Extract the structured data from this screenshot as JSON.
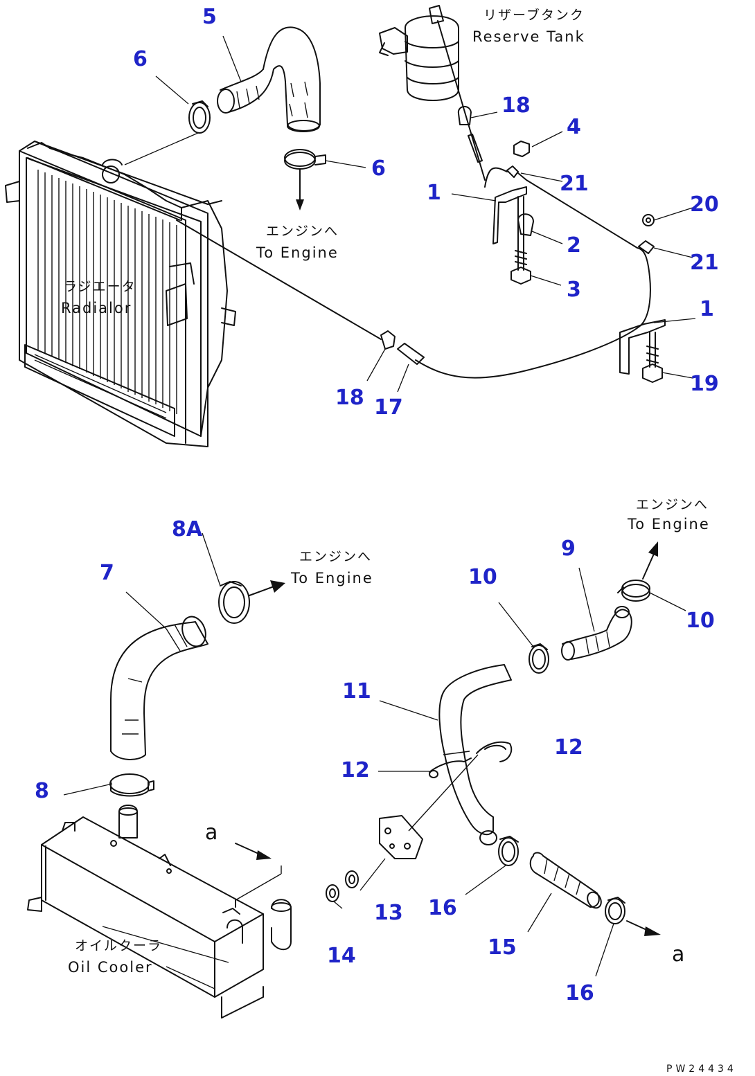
{
  "colors": {
    "callout": "#1f24c8",
    "ink": "#111111",
    "background": "#ffffff"
  },
  "drawing_number": "PW24434",
  "notes": {
    "reserve_tank_jp": "リザーブタンク",
    "reserve_tank_en": "Reserve Tank",
    "radiator_jp": "ラジエータ",
    "radiator_en": "Radialor",
    "to_engine_top_jp": "エンジンへ",
    "to_engine_top_en": "To Engine",
    "to_engine_left_jp": "エンジンへ",
    "to_engine_left_en": "To Engine",
    "to_engine_right_jp": "エンジンへ",
    "to_engine_right_en": "To Engine",
    "oil_cooler_jp": "オイルクーラ",
    "oil_cooler_en": "Oil Cooler",
    "arrow_a_upper": "a",
    "arrow_a_lower": "a"
  },
  "callouts": {
    "c1a": "1",
    "c1b": "1",
    "c2": "2",
    "c3": "3",
    "c4": "4",
    "c5": "5",
    "c6a": "6",
    "c6b": "6",
    "c7": "7",
    "c8": "8",
    "c8a": "8A",
    "c9": "9",
    "c10a": "10",
    "c10b": "10",
    "c11": "11",
    "c12a": "12",
    "c12b": "12",
    "c13": "13",
    "c14": "14",
    "c15": "15",
    "c16a": "16",
    "c16b": "16",
    "c17": "17",
    "c18a": "18",
    "c18b": "18",
    "c19": "19",
    "c20": "20",
    "c21a": "21",
    "c21b": "21"
  }
}
